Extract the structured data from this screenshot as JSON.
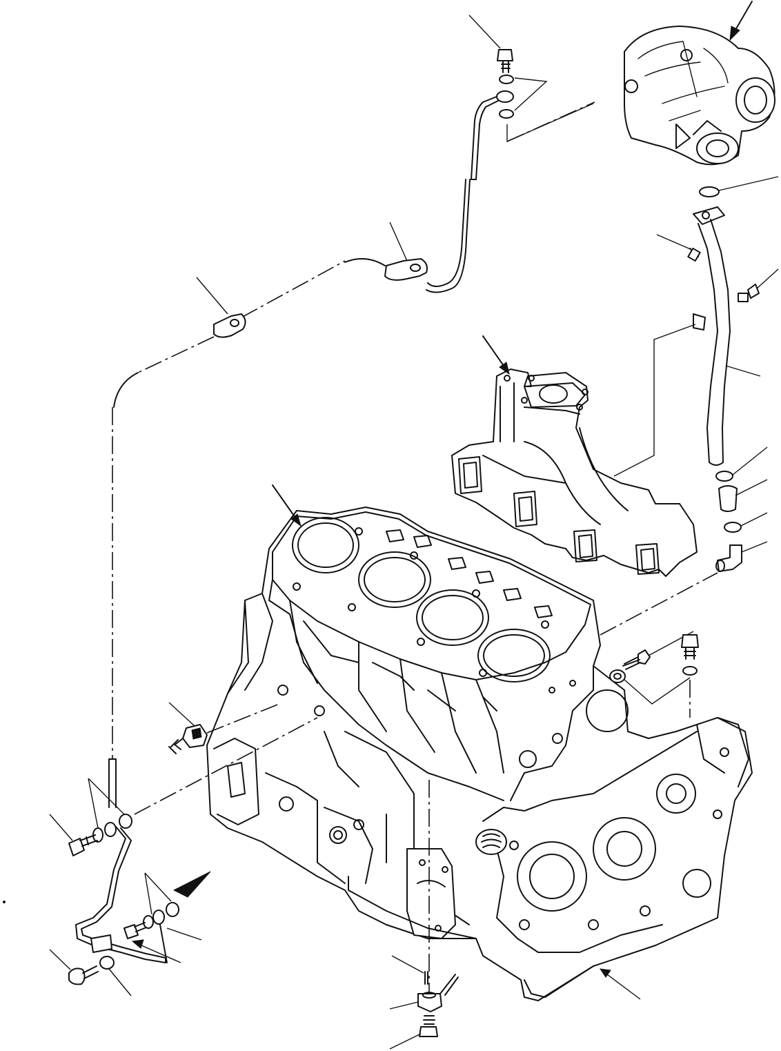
{
  "diagram": {
    "colors": {
      "line": "#111111",
      "background": "#ffffff"
    },
    "parts": [
      "turbocharger",
      "exhaust-manifold",
      "cylinder-block",
      "cylinder-head-gasket",
      "front-cover",
      "oil-inlet-pipe",
      "oil-return-pipe",
      "oil-pressure-switch"
    ]
  }
}
